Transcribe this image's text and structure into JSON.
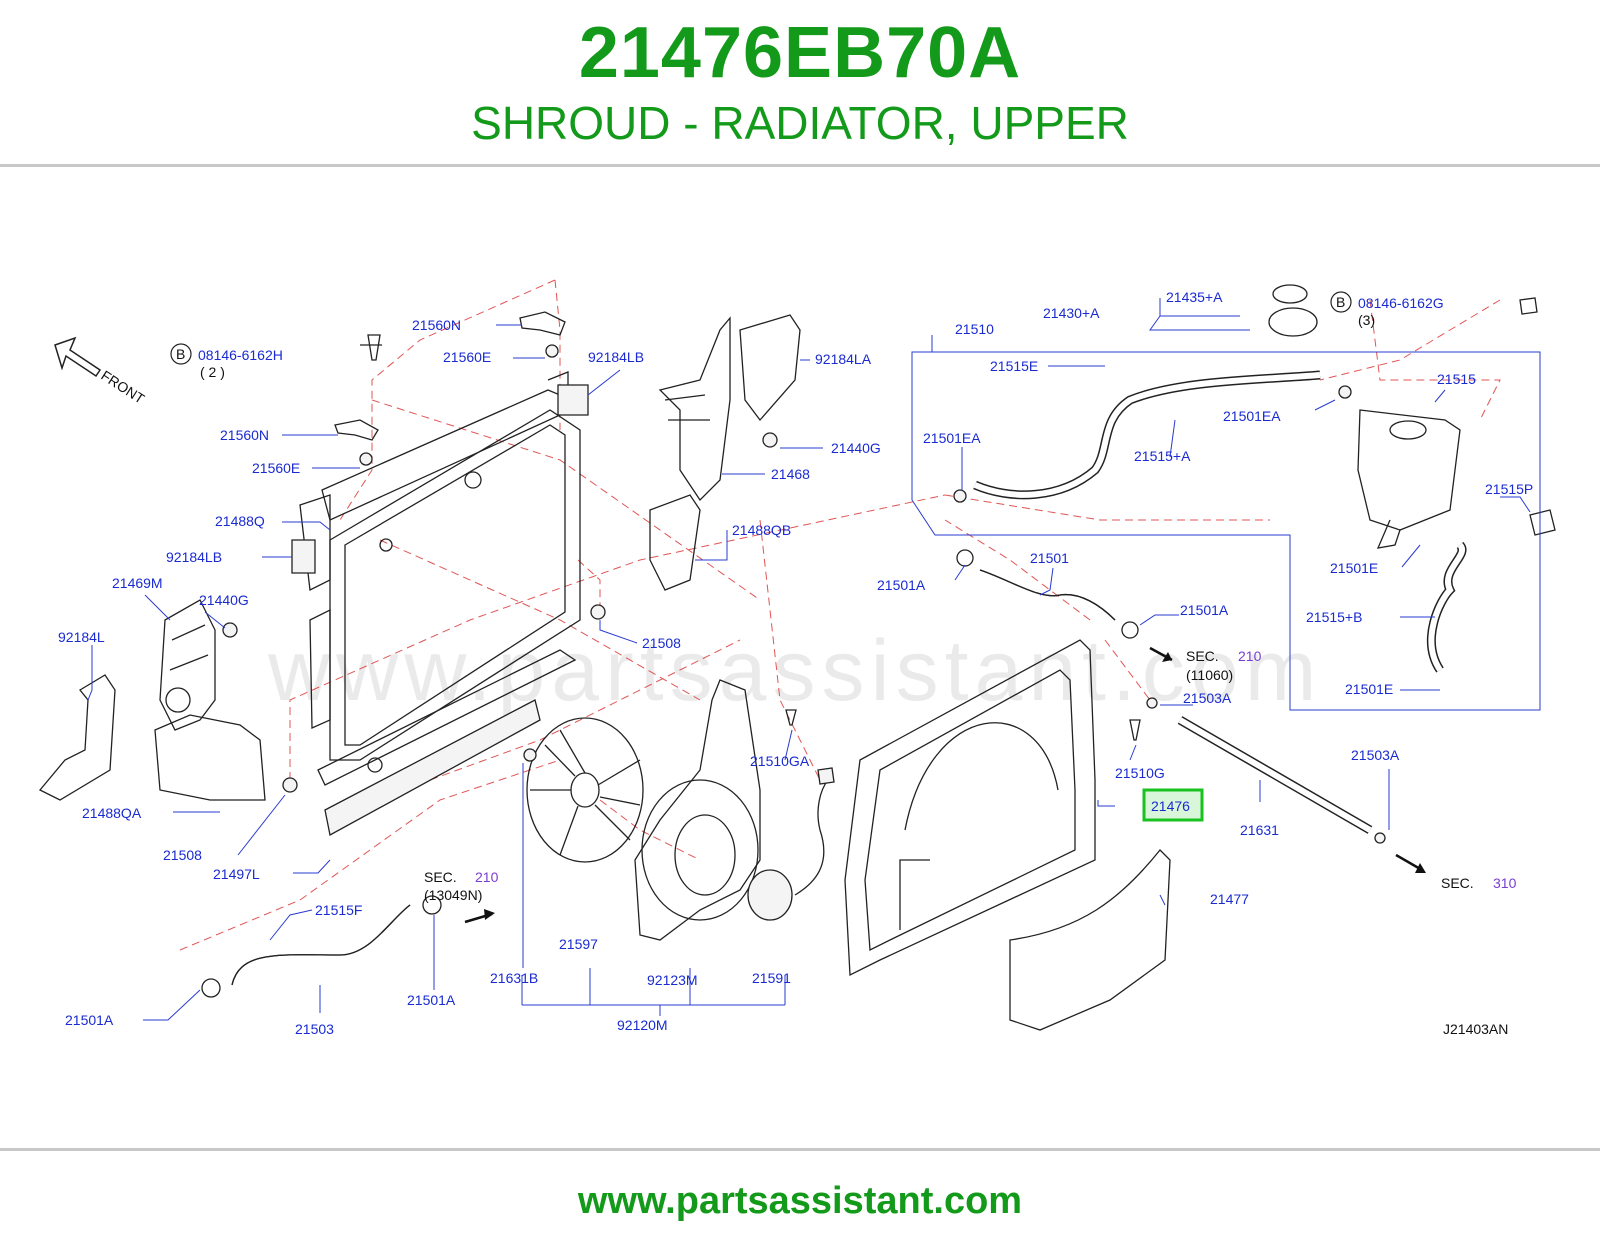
{
  "header": {
    "part_number": "21476EB70A",
    "description": "SHROUD - RADIATOR, UPPER"
  },
  "footer": {
    "url": "www.partsassistant.com"
  },
  "diagram": {
    "watermark": "www.partsassistant.com",
    "diagram_code": "J21403AN",
    "front_label": "FRONT",
    "highlight_label": "21476",
    "highlight_color": "#19c21f",
    "labels": {
      "l21560N_a": "21560N",
      "l21560E_a": "21560E",
      "l92184LB_a": "92184LB",
      "l21560N_b": "21560N",
      "l21560E_b": "21560E",
      "l21488Q": "21488Q",
      "l92184LB_b": "92184LB",
      "l21469M": "21469M",
      "l21440G_a": "21440G",
      "l92184L": "92184L",
      "l21488QA": "21488QA",
      "l21508_a": "21508",
      "l21497L": "21497L",
      "l92184LA": "92184LA",
      "l21440G_b": "21440G",
      "l21468": "21468",
      "l21488QB": "21488QB",
      "l21508_b": "21508",
      "l21510GA": "21510GA",
      "l21515F": "21515F",
      "l21501A_a": "21501A",
      "l21503": "21503",
      "l21501A_b": "21501A",
      "l21631B": "21631B",
      "l21597": "21597",
      "l92123M": "92123M",
      "l21591": "21591",
      "l92120M": "92120M",
      "l21510": "21510",
      "l21430A": "21430+A",
      "l21435A": "21435+A",
      "l21515E": "21515E",
      "l21501EA_a": "21501EA",
      "l21501EA_b": "21501EA",
      "l21515A": "21515+A",
      "l21515": "21515",
      "l21515P": "21515P",
      "l21501E_a": "21501E",
      "l21515B": "21515+B",
      "l21501E_b": "21501E",
      "l21501": "21501",
      "l21501A_c": "21501A",
      "l21501A_d": "21501A",
      "l21503A_a": "21503A",
      "l21510G": "21510G",
      "l21631": "21631",
      "l21503A_b": "21503A",
      "l21477": "21477"
    },
    "bolts": [
      {
        "circle": "B",
        "code": "08146-6162H",
        "qty": "( 2 )"
      },
      {
        "circle": "B",
        "code": "08146-6162G",
        "qty": "(3)"
      }
    ],
    "sections": [
      {
        "sec": "SEC.",
        "num": "210",
        "ref": "(11060)"
      },
      {
        "sec": "SEC.",
        "num": "210",
        "ref": "(13049N)"
      },
      {
        "sec": "SEC.",
        "num": "310"
      }
    ]
  }
}
